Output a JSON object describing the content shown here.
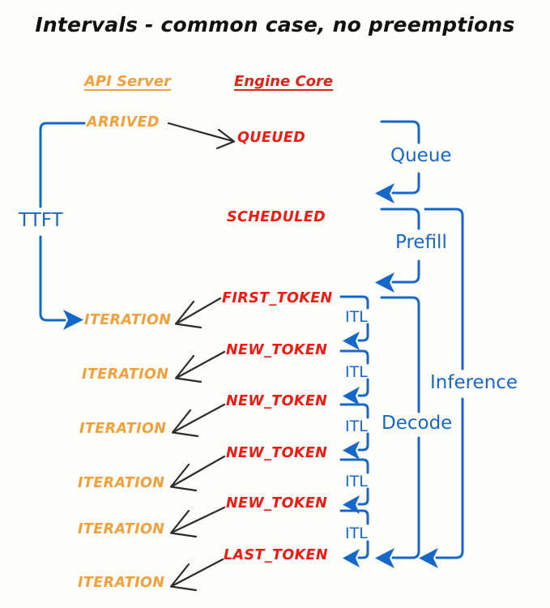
{
  "title": "Intervals - common case, no preemptions",
  "columns": [
    {
      "label": "API Server",
      "color": "#f2a03a"
    },
    {
      "label": "Engine Core",
      "color": "#e02318"
    }
  ],
  "colors": {
    "api_orange": "#f2a03a",
    "engine_red": "#ee1b12",
    "annotation_blue": "#1668c8",
    "arrow_black": "#2b2b2b",
    "background": "#fdfdfc"
  },
  "api_states": [
    {
      "label": "ARRIVED"
    },
    {
      "label": "ITERATION"
    },
    {
      "label": "ITERATION"
    },
    {
      "label": "ITERATION"
    },
    {
      "label": "ITERATION"
    },
    {
      "label": "ITERATION"
    },
    {
      "label": "ITERATION"
    }
  ],
  "engine_states": [
    {
      "label": "QUEUED"
    },
    {
      "label": "SCHEDULED"
    },
    {
      "label": "FIRST_TOKEN"
    },
    {
      "label": "NEW_TOKEN"
    },
    {
      "label": "NEW_TOKEN"
    },
    {
      "label": "NEW_TOKEN"
    },
    {
      "label": "NEW_TOKEN"
    },
    {
      "label": "LAST_TOKEN"
    }
  ],
  "intervals": {
    "ttft": "TTFT",
    "queue": "Queue",
    "prefill": "Prefill",
    "decode": "Decode",
    "inference": "Inference",
    "itl": [
      "ITL",
      "ITL",
      "ITL",
      "ITL",
      "ITL"
    ]
  }
}
